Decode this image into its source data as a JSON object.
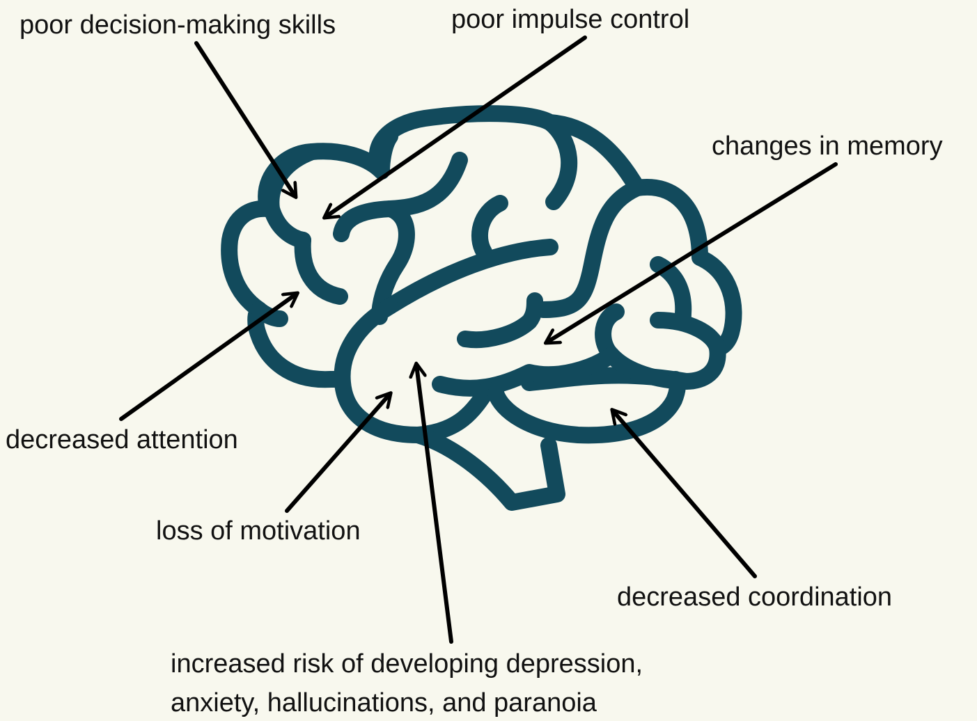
{
  "colors": {
    "background": "#f8f8ee",
    "brain": "#124a5c",
    "arrow": "#000000",
    "text": "#111111"
  },
  "labels": {
    "decision": "poor decision-making skills",
    "impulse": "poor impulse control",
    "memory": "changes in memory",
    "attention": "decreased attention",
    "motivation": "loss of motivation",
    "coordination": "decreased coordination",
    "risk_line1": "increased risk of developing depression,",
    "risk_line2": "anxiety, hallucinations, and paranoia"
  }
}
